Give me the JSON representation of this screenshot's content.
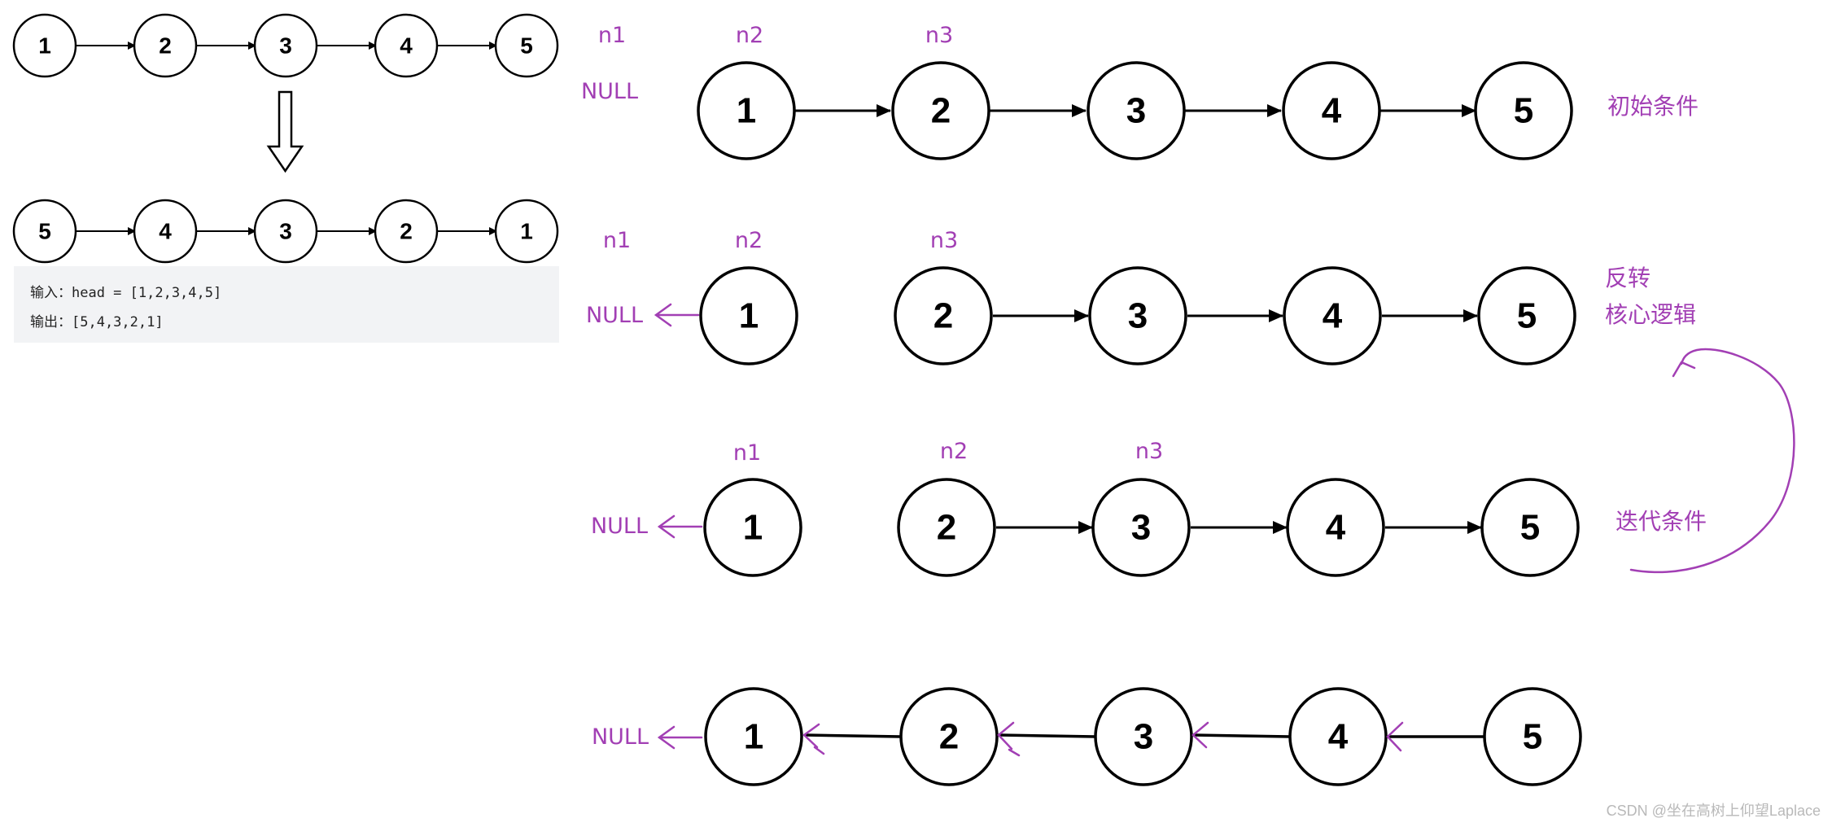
{
  "example": {
    "input_nodes": [
      "1",
      "2",
      "3",
      "4",
      "5"
    ],
    "output_nodes": [
      "5",
      "4",
      "3",
      "2",
      "1"
    ],
    "input_label": "输入：",
    "input_text": "head = [1,2,3,4,5]",
    "output_label": "输出：",
    "output_text": "[5,4,3,2,1]"
  },
  "steps": [
    {
      "nodes": [
        "1",
        "2",
        "3",
        "4",
        "5"
      ],
      "pointers": [
        "n1",
        "n2",
        "n3"
      ],
      "null_label": "NULL",
      "side_label": [
        "初始条件"
      ]
    },
    {
      "nodes": [
        "1",
        "2",
        "3",
        "4",
        "5"
      ],
      "pointers": [
        "n1",
        "n2",
        "n3"
      ],
      "null_label": "NULL",
      "side_label": [
        "反转",
        "核心逻辑"
      ]
    },
    {
      "nodes": [
        "1",
        "2",
        "3",
        "4",
        "5"
      ],
      "pointers": [
        "n1",
        "n2",
        "n3"
      ],
      "null_label": "NULL",
      "side_label": [
        "迭代条件"
      ]
    },
    {
      "nodes": [
        "1",
        "2",
        "3",
        "4",
        "5"
      ],
      "pointers": [],
      "null_label": "NULL",
      "side_label": []
    }
  ],
  "watermark": "CSDN @坐在高树上仰望Laplace",
  "colors": {
    "annotation": "#a23fb4",
    "node_stroke": "#000000",
    "io_background": "#f2f3f5"
  }
}
